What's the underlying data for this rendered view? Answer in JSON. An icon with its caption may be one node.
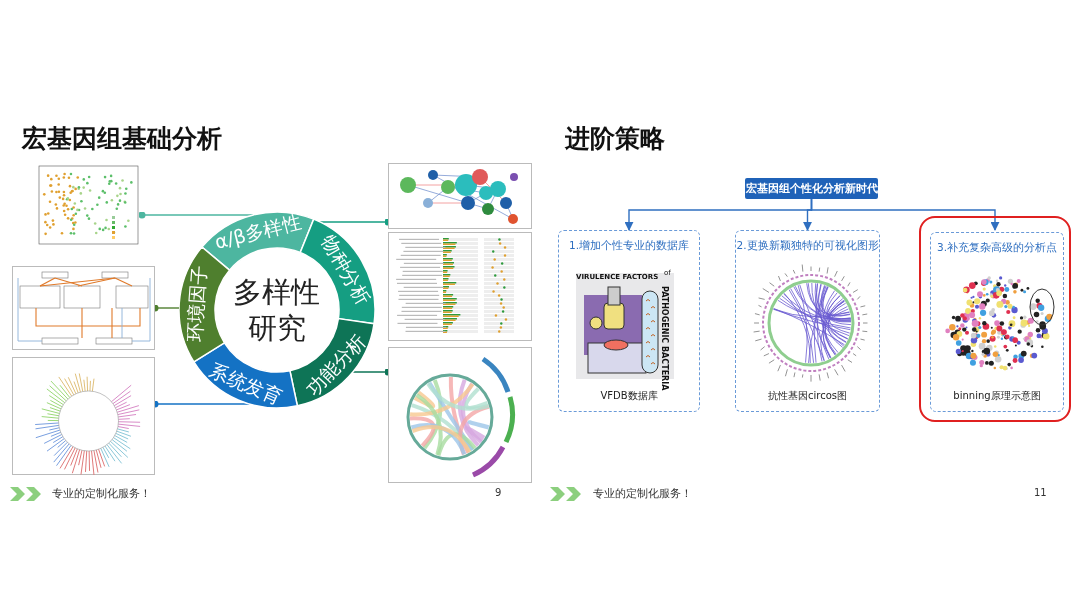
{
  "diagram": {
    "nodes": [
      {
        "text": [
          "多样性研究"
        ]
      },
      {
        "text": [
          "α/β多样性"
        ]
      },
      {
        "text": [
          "物种分析"
        ]
      },
      {
        "text": [
          "功能分析"
        ]
      },
      {
        "text": [
          "系统发育"
        ]
      },
      {
        "text": [
          "环境因子"
        ]
      },
      {
        "text": [],
        "shape": "picture"
      },
      {
        "text": [],
        "shape": "picture"
      },
      {
        "text": [],
        "shape": "picture"
      },
      {
        "text": [],
        "shape": "picture"
      },
      {
        "text": [],
        "shape": "picture"
      },
      {
        "text": [],
        "shape": "picture"
      },
      {
        "text": [
          "宏基因组个性化分析新时代"
        ]
      },
      {
        "text": [
          "1.增加个性专业的数据库",
          "VFDB数据库"
        ]
      },
      {
        "text": [],
        "shape": "picture",
        "in": 13
      },
      {
        "text": [
          "2.更换新颖独特的可视化图形",
          "抗性基因circos图"
        ]
      },
      {
        "text": [],
        "shape": "picture",
        "in": 15
      },
      {
        "text": [],
        "shape": "box"
      },
      {
        "text": [
          "3.补充复杂高级的分析点",
          "binning原理示意图"
        ],
        "in": 17
      },
      {
        "text": [],
        "shape": "picture",
        "in": 18
      }
    ],
    "edges": [
      {
        "from": 1,
        "to": 6,
        "arrow": "other",
        "color": "#4db6a0"
      },
      {
        "from": 5,
        "to": 7,
        "arrow": "other",
        "color": "#4f7f2e"
      },
      {
        "from": 4,
        "to": 8,
        "arrow": "other",
        "color": "#1472c4"
      },
      {
        "from": 2,
        "to": 9,
        "arrow": "other",
        "color": "#159e82"
      },
      {
        "from": 3,
        "to": 11,
        "arrow": "other",
        "color": "#0e7456"
      },
      {
        "from": 12,
        "to": 13,
        "arrow": "to",
        "color": "#2f6fc0"
      },
      {
        "from": 12,
        "to": 15,
        "arrow": "to",
        "color": "#2f6fc0"
      },
      {
        "from": 12,
        "to": 18,
        "arrow": "to",
        "color": "#2f6fc0"
      }
    ],
    "labels": [
      "宏基因组基础分析",
      "专业的定制化服务！",
      "9",
      "进阶策略",
      "专业的定制化服务！",
      "11",
      "VIRULENCE FACTORS",
      "of",
      "PATHOGENIC BACTERIA"
    ]
  }
}
